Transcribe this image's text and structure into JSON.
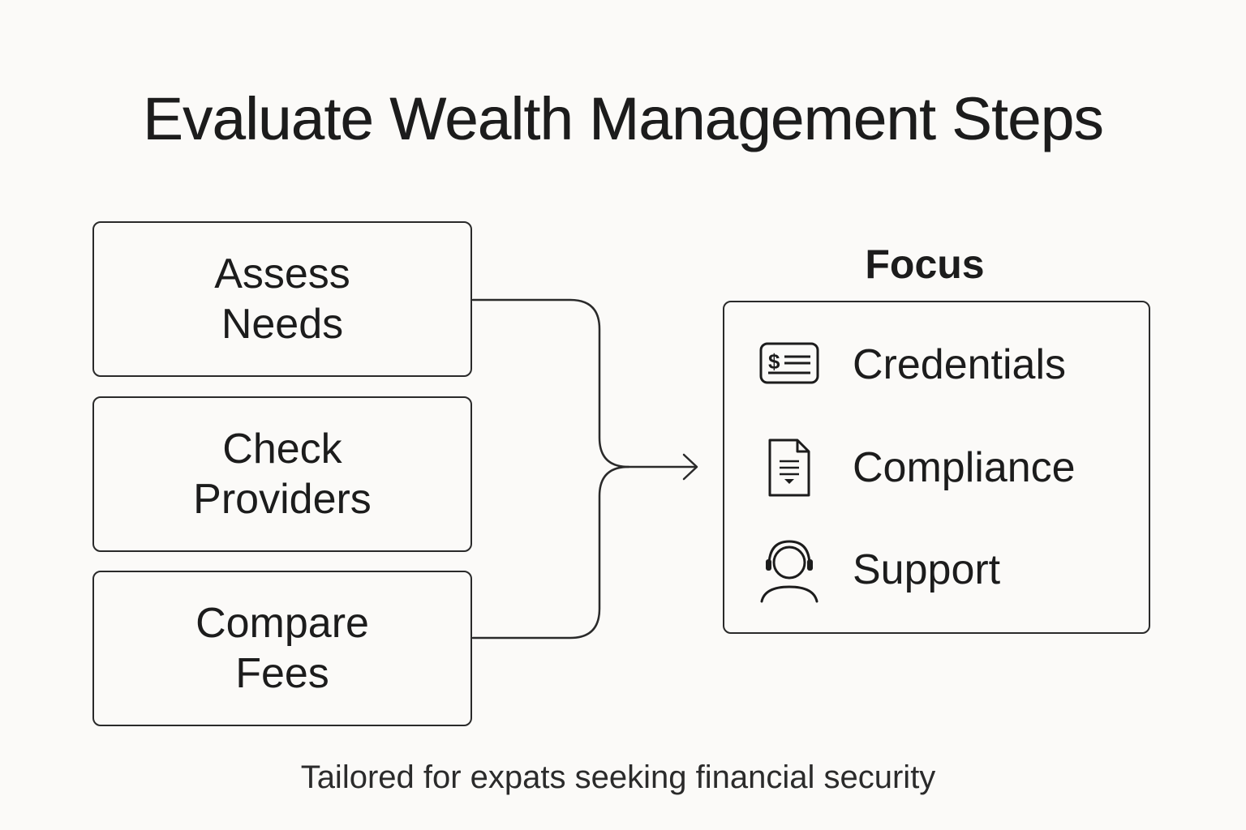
{
  "title": "Evaluate Wealth Management Steps",
  "steps": [
    {
      "label": "Assess\nNeeds"
    },
    {
      "label": "Check\nProviders"
    },
    {
      "label": "Compare\nFees"
    }
  ],
  "focus": {
    "heading": "Focus",
    "items": [
      {
        "label": "Credentials",
        "icon": "credential-card-icon"
      },
      {
        "label": "Compliance",
        "icon": "document-icon"
      },
      {
        "label": "Support",
        "icon": "headset-person-icon"
      }
    ]
  },
  "footer": "Tailored for expats seeking financial security",
  "colors": {
    "background": "#fbfaf8",
    "stroke": "#2a2a2a",
    "text": "#1c1c1c"
  }
}
